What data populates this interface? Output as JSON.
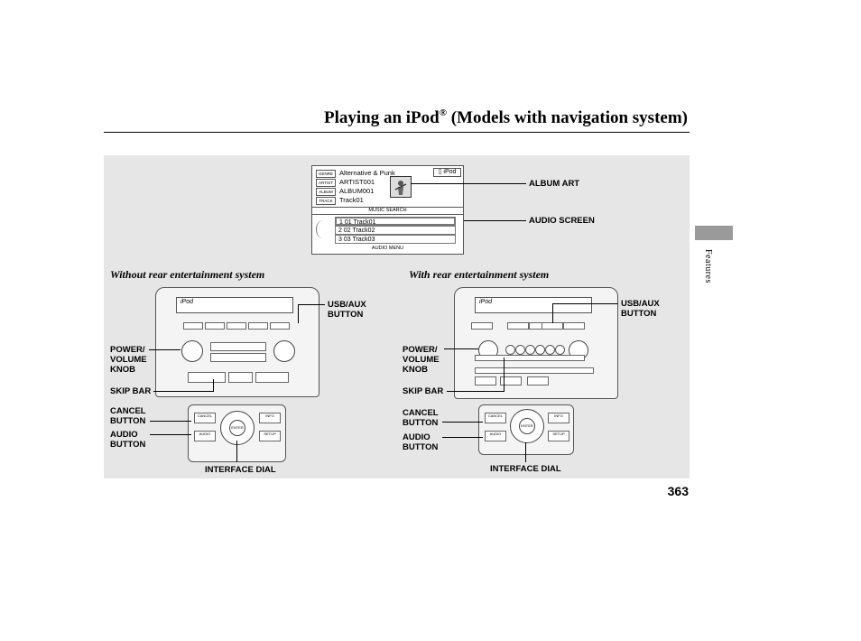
{
  "header": {
    "title_main": "Playing an iPod",
    "title_mark": "®",
    "title_rest": " (Models with navigation system)"
  },
  "side_tab": {
    "label": "Features"
  },
  "page_number": "363",
  "screen": {
    "tags": [
      "GENRE",
      "ARTIST",
      "ALBUM",
      "TRACK"
    ],
    "genre": "Alternative & Punk",
    "artist": "ARTIST001",
    "album": "ALBUM001",
    "track": "Track01",
    "source": "iPod",
    "music_search": "MUSIC SEARCH",
    "list": [
      "1  01 Track01",
      "2  02 Track02",
      "3  03 Track03"
    ],
    "audio_menu": "AUDIO MENU"
  },
  "labels": {
    "album_art": "ALBUM ART",
    "audio_screen": "AUDIO SCREEN",
    "without_rear": "Without rear entertainment system",
    "with_rear": "With rear entertainment system",
    "usb_aux_line1": "USB/AUX",
    "usb_aux_line2": "BUTTON",
    "power_line1": "POWER/",
    "power_line2": "VOLUME",
    "power_line3": "KNOB",
    "skip_bar": "SKIP BAR",
    "cancel_line1": "CANCEL",
    "cancel_line2": "BUTTON",
    "audio_line1": "AUDIO",
    "audio_line2": "BUTTON",
    "interface_dial": "INTERFACE DIAL"
  },
  "unit": {
    "lcd_text": "iPod",
    "cancel_small": "CANCEL",
    "audio_small": "AUDIO",
    "setup_small": "SETUP",
    "info_small": "INFO",
    "enter_small": "ENTER"
  }
}
